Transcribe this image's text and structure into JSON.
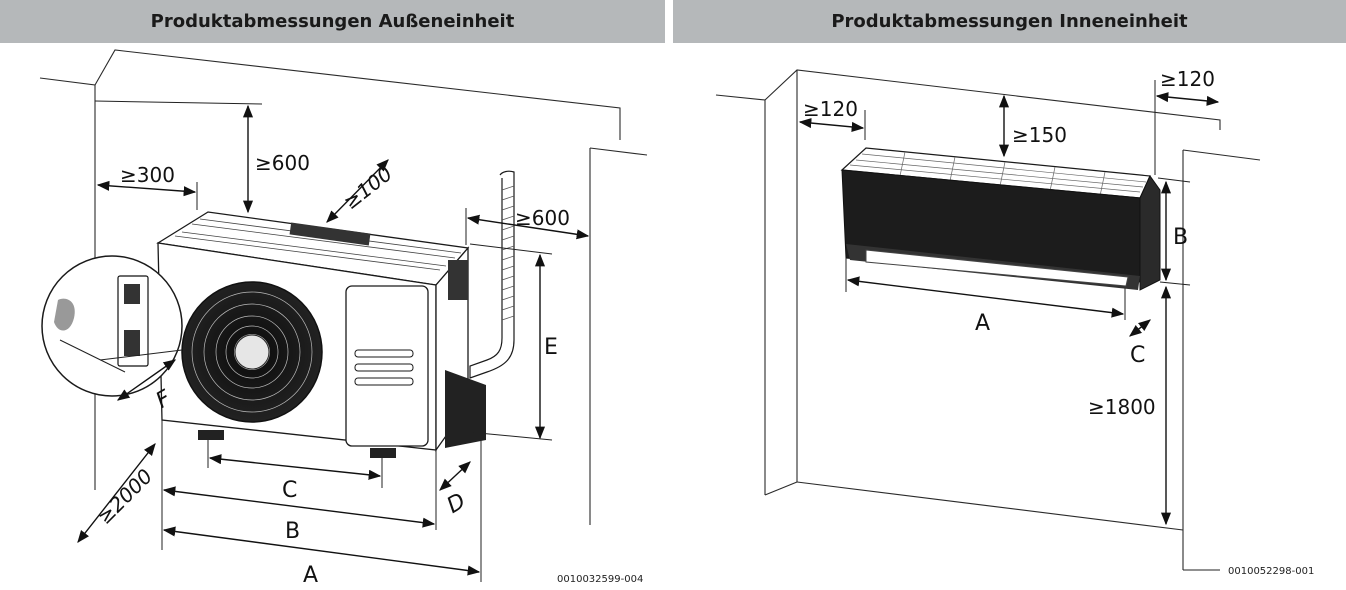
{
  "headers": {
    "left": "Produktabmessungen Außeneinheit",
    "right": "Produktabmessungen Inneneinheit"
  },
  "outdoor": {
    "clearances": {
      "top": "≥600",
      "left": "≥300",
      "rear": "≥100",
      "right": "≥600",
      "front": "≥2000"
    },
    "dimensions": {
      "A": "A",
      "B": "B",
      "C": "C",
      "D": "D",
      "E": "E",
      "F": "F"
    },
    "figure_code": "0010032599-004"
  },
  "indoor": {
    "clearances": {
      "left": "≥120",
      "top": "≥150",
      "right": "≥120",
      "floor": "≥1800"
    },
    "dimensions": {
      "A": "A",
      "B": "B",
      "C": "C"
    },
    "figure_code": "0010052298-001"
  },
  "colors": {
    "header_bg": "#b5b8ba",
    "unit_dark": "#1c1c1c",
    "line": "#111111"
  }
}
